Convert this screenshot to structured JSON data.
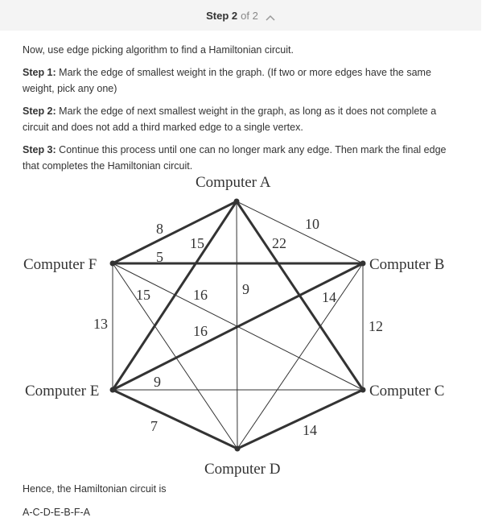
{
  "header": {
    "step_label": "Step 2",
    "of_label": "of 2"
  },
  "intro": "Now, use edge picking algorithm to find a Hamiltonian circuit.",
  "steps": [
    {
      "label": "Step 1:",
      "text": " Mark the edge of smallest weight in the graph. (If two or more edges have the same weight, pick any one)"
    },
    {
      "label": "Step 2:",
      "text": " Mark the edge of next smallest weight in the graph, as long as it does not complete a circuit and does not add a third marked edge to a single vertex."
    },
    {
      "label": "Step 3:",
      "text": " Continue this process until one can no longer mark any edge. Then mark the final edge that completes the Hamiltonian circuit."
    }
  ],
  "graph": {
    "vertices": {
      "A": "Computer A",
      "B": "Computer B",
      "C": "Computer C",
      "D": "Computer D",
      "E": "Computer E",
      "F": "Computer F"
    },
    "edge_weights": {
      "AF": "8",
      "AB": "10",
      "AE": "15",
      "AC": "22",
      "AD": "9",
      "FB": "5",
      "FC": "15",
      "FE": "13",
      "FD": "16",
      "BE": "14",
      "BC": "12",
      "ED": "7",
      "DC": "14",
      "EB_lower": "9",
      "EC": "16"
    }
  },
  "conclusion": "Hence, the Hamiltonian circuit is",
  "circuit": "A-C-D-E-B-F-A"
}
